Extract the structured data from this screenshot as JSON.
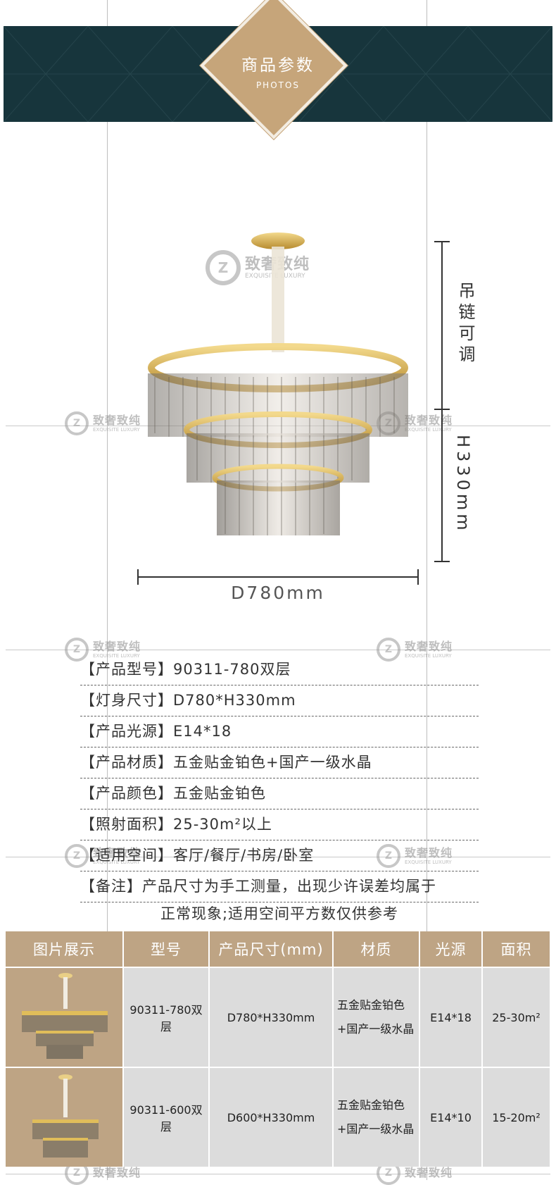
{
  "banner": {
    "title": "商品参数",
    "subtitle": "PHOTOS"
  },
  "watermark": {
    "cn": "致奢致纯",
    "en": "EXQUISITE LUXURY"
  },
  "dimensions": {
    "chain_note": "吊链可调",
    "height": "H330mm",
    "diameter": "D780mm"
  },
  "specs": [
    {
      "label": "【产品型号】",
      "value": "90311-780双层"
    },
    {
      "label": "【灯身尺寸】",
      "value": "D780*H330mm"
    },
    {
      "label": "【产品光源】",
      "value": "E14*18"
    },
    {
      "label": "【产品材质】",
      "value": "五金贴金铂色+国产一级水晶"
    },
    {
      "label": "【产品颜色】",
      "value": "五金贴金铂色"
    },
    {
      "label": "【照射面积】",
      "value": "25-30m²以上"
    },
    {
      "label": "【适用空间】",
      "value": "客厅/餐厅/书房/卧室"
    },
    {
      "label": "【备注】",
      "value": "产品尺寸为手工测量，出现少许误差均属于"
    }
  ],
  "spec_continuation": "正常现象;适用空间平方数仅供参考",
  "table": {
    "headers": [
      "图片展示",
      "型号",
      "产品尺寸(mm)",
      "材质",
      "光源",
      "面积"
    ],
    "rows": [
      {
        "model": "90311-780双层",
        "size": "D780*H330mm",
        "material_1": "五金贴金铂色",
        "material_2": "+国产一级水晶",
        "light": "E14*18",
        "area": "25-30m²"
      },
      {
        "model": "90311-600双层",
        "size": "D600*H330mm",
        "material_1": "五金贴金铂色",
        "material_2": "+国产一级水晶",
        "light": "E14*10",
        "area": "15-20m²"
      }
    ]
  },
  "colors": {
    "banner_bg": "#17353c",
    "gold": "#c6a57a",
    "table_header": "#bea484",
    "table_cell": "#dcdcdc"
  }
}
